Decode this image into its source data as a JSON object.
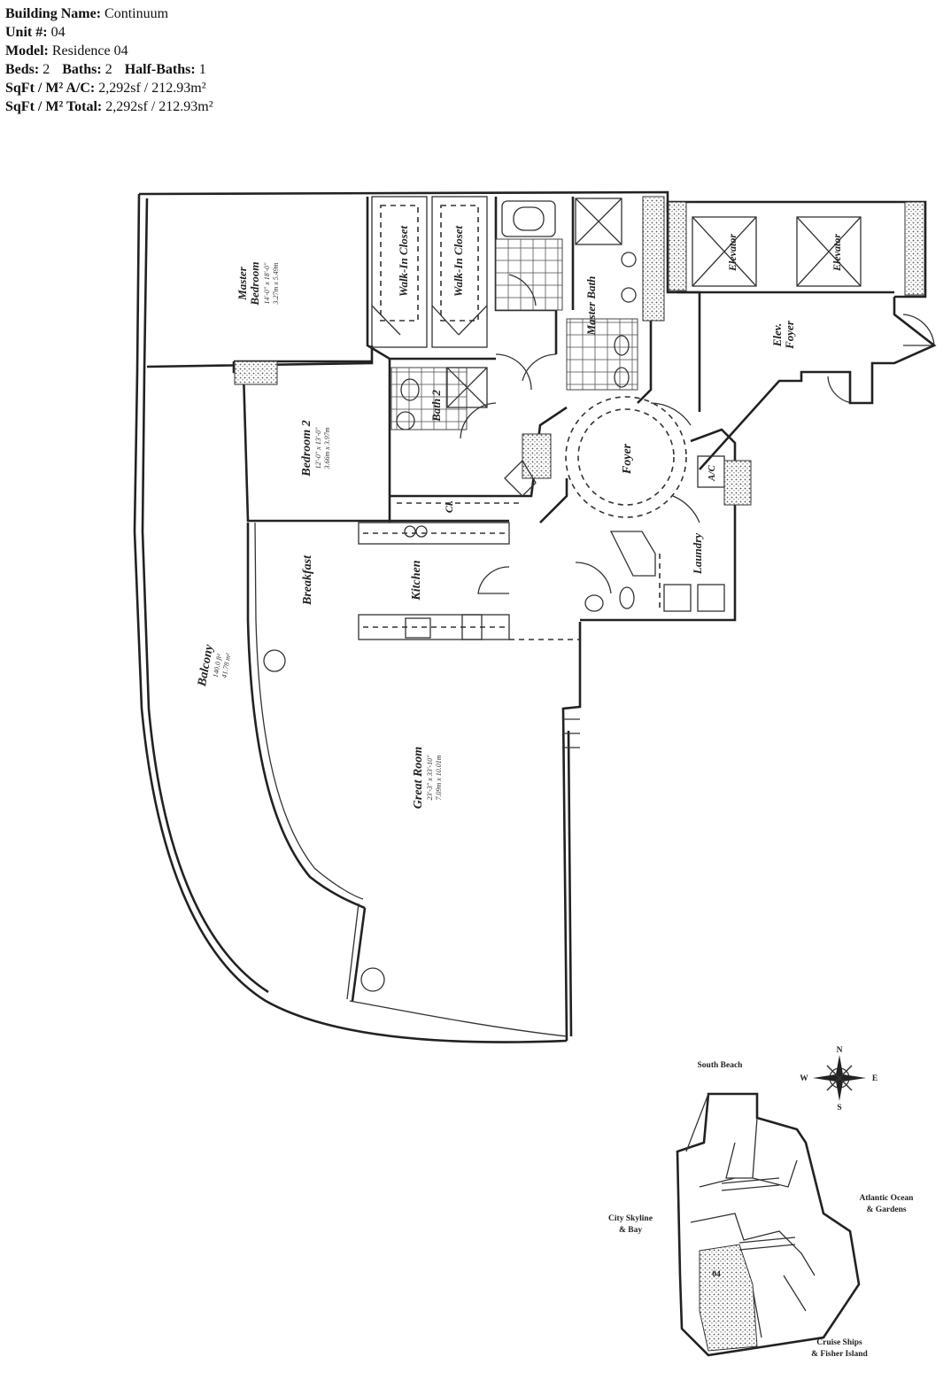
{
  "info": {
    "building_label": "Building Name:",
    "building_value": "Continuum",
    "unit_label": "Unit #:",
    "unit_value": "04",
    "model_label": "Model:",
    "model_value": "Residence 04",
    "beds_label": "Beds:",
    "beds_value": "2",
    "baths_label": "Baths:",
    "baths_value": "2",
    "half_label": "Half-Baths:",
    "half_value": "1",
    "ac_label": "SqFt / M² A/C:",
    "ac_value": "2,292sf / 212.93m²",
    "total_label": "SqFt / M² Total:",
    "total_value": "2,292sf / 212.93m²"
  },
  "rooms": {
    "master": "Master",
    "master2": "Bedroom",
    "master_dim1": "14'-0\" x 18'-0\"",
    "master_dim2": "3.27m x 5.49m",
    "walkin1": "Walk-In Closet",
    "walkin2": "Walk-In Closet",
    "master_bath": "Master Bath",
    "elevator1": "Elevator",
    "elevator2": "Elevator",
    "elev_foyer1": "Elev.",
    "elev_foyer2": "Foyer",
    "bedroom2": "Bedroom 2",
    "bedroom2_dim1": "12'-0\" x 13'-0\"",
    "bedroom2_dim2": "3.66m x 3.97m",
    "bath2": "Bath 2",
    "foyer": "Foyer",
    "ac": "A/C",
    "cl": "Cl.",
    "laundry": "Laundry",
    "breakfast": "Breakfast",
    "kitchen": "Kitchen",
    "balcony": "Balcony",
    "balcony_dim1": "140.0 ft²",
    "balcony_dim2": "41.78 m²",
    "great_room": "Great Room",
    "great_dim1": "23'-3\" x 33'-10\"",
    "great_dim2": "7.09m x 10.01m"
  },
  "keyplan": {
    "south_beach": "South Beach",
    "atlantic1": "Atlantic Ocean",
    "atlantic2": "& Gardens",
    "city1": "City Skyline",
    "city2": "& Bay",
    "cruise1": "Cruise Ships",
    "cruise2": "& Fisher Island",
    "unit_marker": "04",
    "compass_n": "N",
    "compass_s": "S",
    "compass_e": "E",
    "compass_w": "W"
  }
}
